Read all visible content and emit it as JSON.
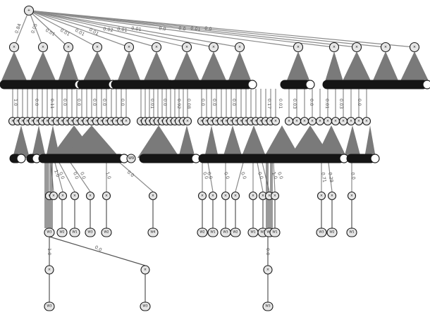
{
  "root": {
    "label": "+"
  },
  "level1": {
    "symbol": "×",
    "edge_labels": [
      "0.84",
      "0.05",
      "0.01",
      "0.01",
      "0.01",
      "0.01",
      "0.02",
      "0.01",
      "0.01",
      "0.0",
      "0.0",
      "0.01",
      "0.0"
    ]
  },
  "level2": {
    "edge_labels": [
      "1.0",
      "0.0",
      "0.11",
      "0.0",
      "0.0",
      "0.0",
      "0.0",
      "0.0",
      "0.01",
      "0.0",
      "0.92",
      "0.08",
      "0.0",
      "0.0",
      "0.0",
      "0.17",
      "0.01",
      "0.03",
      "0.0",
      "0.01",
      "0.03",
      "0.0"
    ]
  },
  "level3": {
    "symbol": "×",
    "left_labels": [
      "1.0",
      "0.0",
      "0.0",
      "0.0",
      "1.0",
      "0.0"
    ],
    "mid_labels": [
      "0.0",
      "0.0",
      "0.0",
      "0.0",
      "0.0",
      "1.0",
      "0.0"
    ],
    "right_labels": [
      "0.71",
      "0.29",
      "0.0"
    ],
    "leaf_labels": [
      "W3",
      "W2",
      "W1",
      "W3",
      "W2",
      "W4",
      "W2",
      "W1",
      "W3",
      "W2",
      "W1",
      "W3",
      "W2",
      "W1"
    ]
  },
  "level4": {
    "symbol": "×",
    "edge_labels": [
      "1.0",
      "0.0",
      "0.0"
    ],
    "leaf_labels": [
      "W3",
      "W3",
      "W3"
    ]
  }
}
